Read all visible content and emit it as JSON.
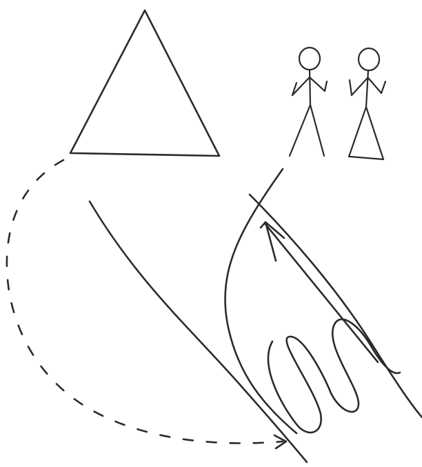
{
  "colors": {
    "ink": "#2a2a2a",
    "background": "#ffffff"
  },
  "elements": {
    "triangle": "triangle",
    "figures": [
      "stick-figure-male",
      "stick-figure-female"
    ],
    "dashed_path": "dashed-curved-arrow",
    "diagonal_line": "solid-diagonal-line",
    "curve": "solid-curve-with-arrow",
    "coil": "looping-coil"
  }
}
